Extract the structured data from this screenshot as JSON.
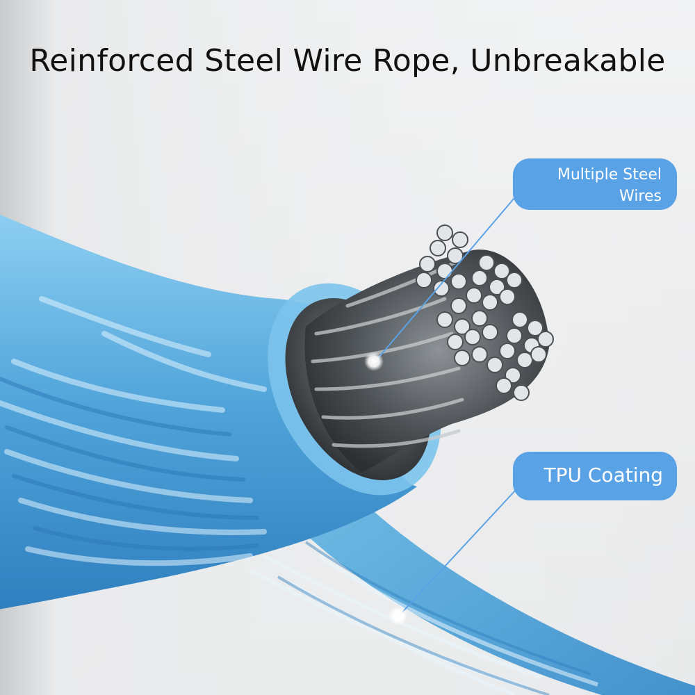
{
  "headline": "Reinforced Steel Wire Rope, Unbreakable",
  "callouts": {
    "steel_wires": {
      "line1": "Multiple Steel",
      "line2": "Wires"
    },
    "tpu": {
      "label": "TPU Coating"
    }
  },
  "colors": {
    "callout_fill": "#5aa2e6",
    "tpu_blue": "#4fa3d9",
    "steel_dark": "#3f4347",
    "steel_light": "#d6d9dc"
  }
}
